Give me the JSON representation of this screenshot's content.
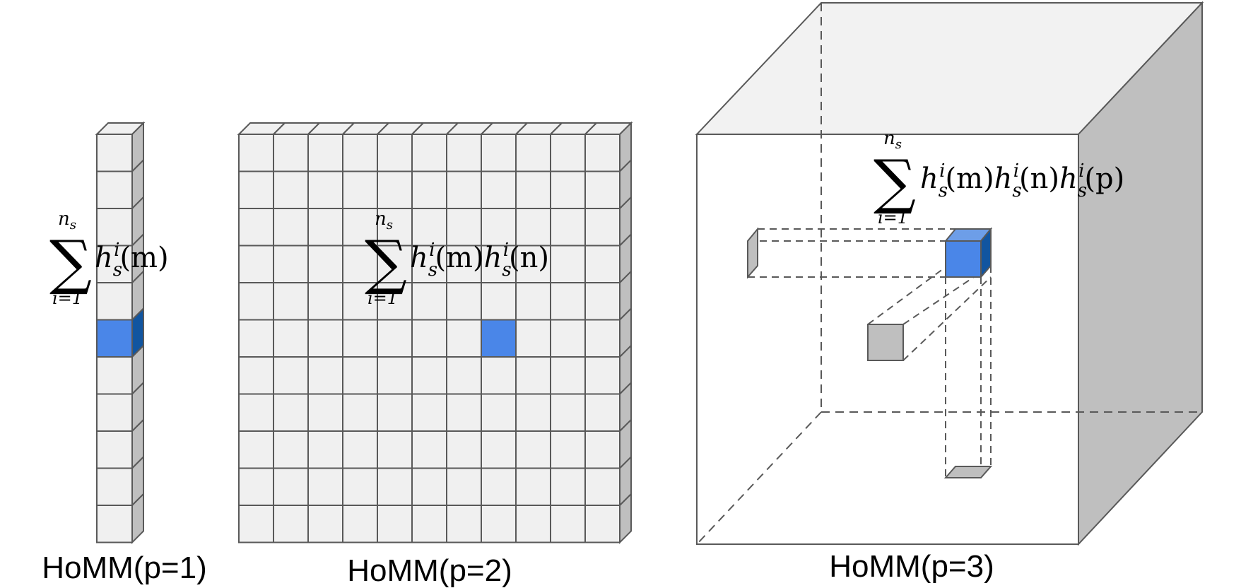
{
  "captions": {
    "p1": "HoMM(p=1)",
    "p2": "HoMM(p=2)",
    "p3": "HoMM(p=3)"
  },
  "formulas": {
    "sum_upper": "n",
    "sum_upper_sub": "s",
    "sum_lower": "i=1",
    "p1": {
      "terms": [
        {
          "base": "h",
          "sub": "s",
          "sup": "i",
          "arg": "(m)"
        }
      ]
    },
    "p2": {
      "terms": [
        {
          "base": "h",
          "sub": "s",
          "sup": "i",
          "arg": "(m)"
        },
        {
          "base": "h",
          "sub": "s",
          "sup": "i",
          "arg": "(n)"
        }
      ]
    },
    "p3": {
      "terms": [
        {
          "base": "h",
          "sub": "s",
          "sup": "i",
          "arg": "(m)"
        },
        {
          "base": "h",
          "sub": "s",
          "sup": "i",
          "arg": "(n)"
        },
        {
          "base": "h",
          "sub": "s",
          "sup": "i",
          "arg": "(p)"
        }
      ]
    }
  },
  "grid": {
    "p1_cells": 11,
    "p1_highlight_row": 5,
    "p2_cols": 11,
    "p2_rows": 11,
    "p2_highlight_row": 5,
    "p2_highlight_col": 7
  },
  "colors": {
    "cell_fill": "#f0f0f0",
    "cell_stroke": "#595959",
    "side_fill": "#bfbfbf",
    "highlight_front": "#4a86e8",
    "highlight_side": "#1155a0",
    "highlight_top": "#6d9ee8",
    "cube_top": "#f2f2f2",
    "cube_side": "#bfbfbf",
    "dashed": "#595959"
  }
}
